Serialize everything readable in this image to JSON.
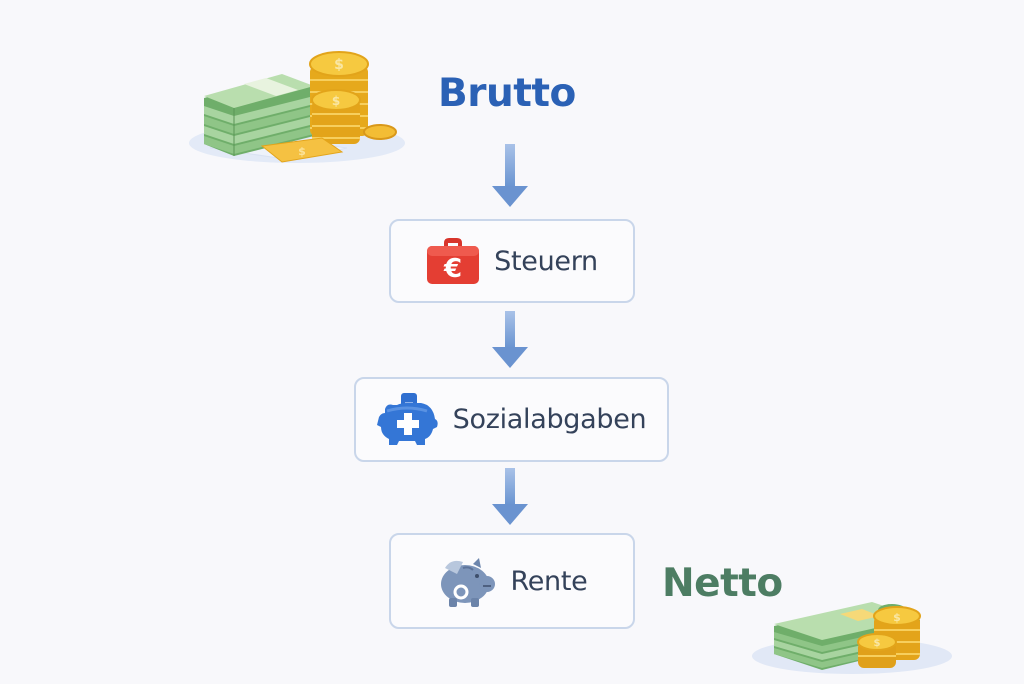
{
  "diagram": {
    "start_label": "Brutto",
    "end_label": "Netto",
    "colors": {
      "brutto": "#2b61b5",
      "netto": "#4d7d63",
      "box_border": "#c9d6ea",
      "box_text": "#34425a",
      "arrow": "#6f96d2",
      "tax_icon": "#e0392f",
      "social_icon": "#2f6fd0",
      "pension_icon": "#7d95ba"
    },
    "steps": [
      {
        "label": "Steuern",
        "icon": "tax-briefcase-euro-icon"
      },
      {
        "label": "Sozialabgaben",
        "icon": "health-piggybank-cross-icon"
      },
      {
        "label": "Rente",
        "icon": "pension-piggybank-icon"
      }
    ],
    "illustrations": {
      "top": "money-stack-coins-icon",
      "bottom": "money-stack-coins-icon"
    }
  }
}
